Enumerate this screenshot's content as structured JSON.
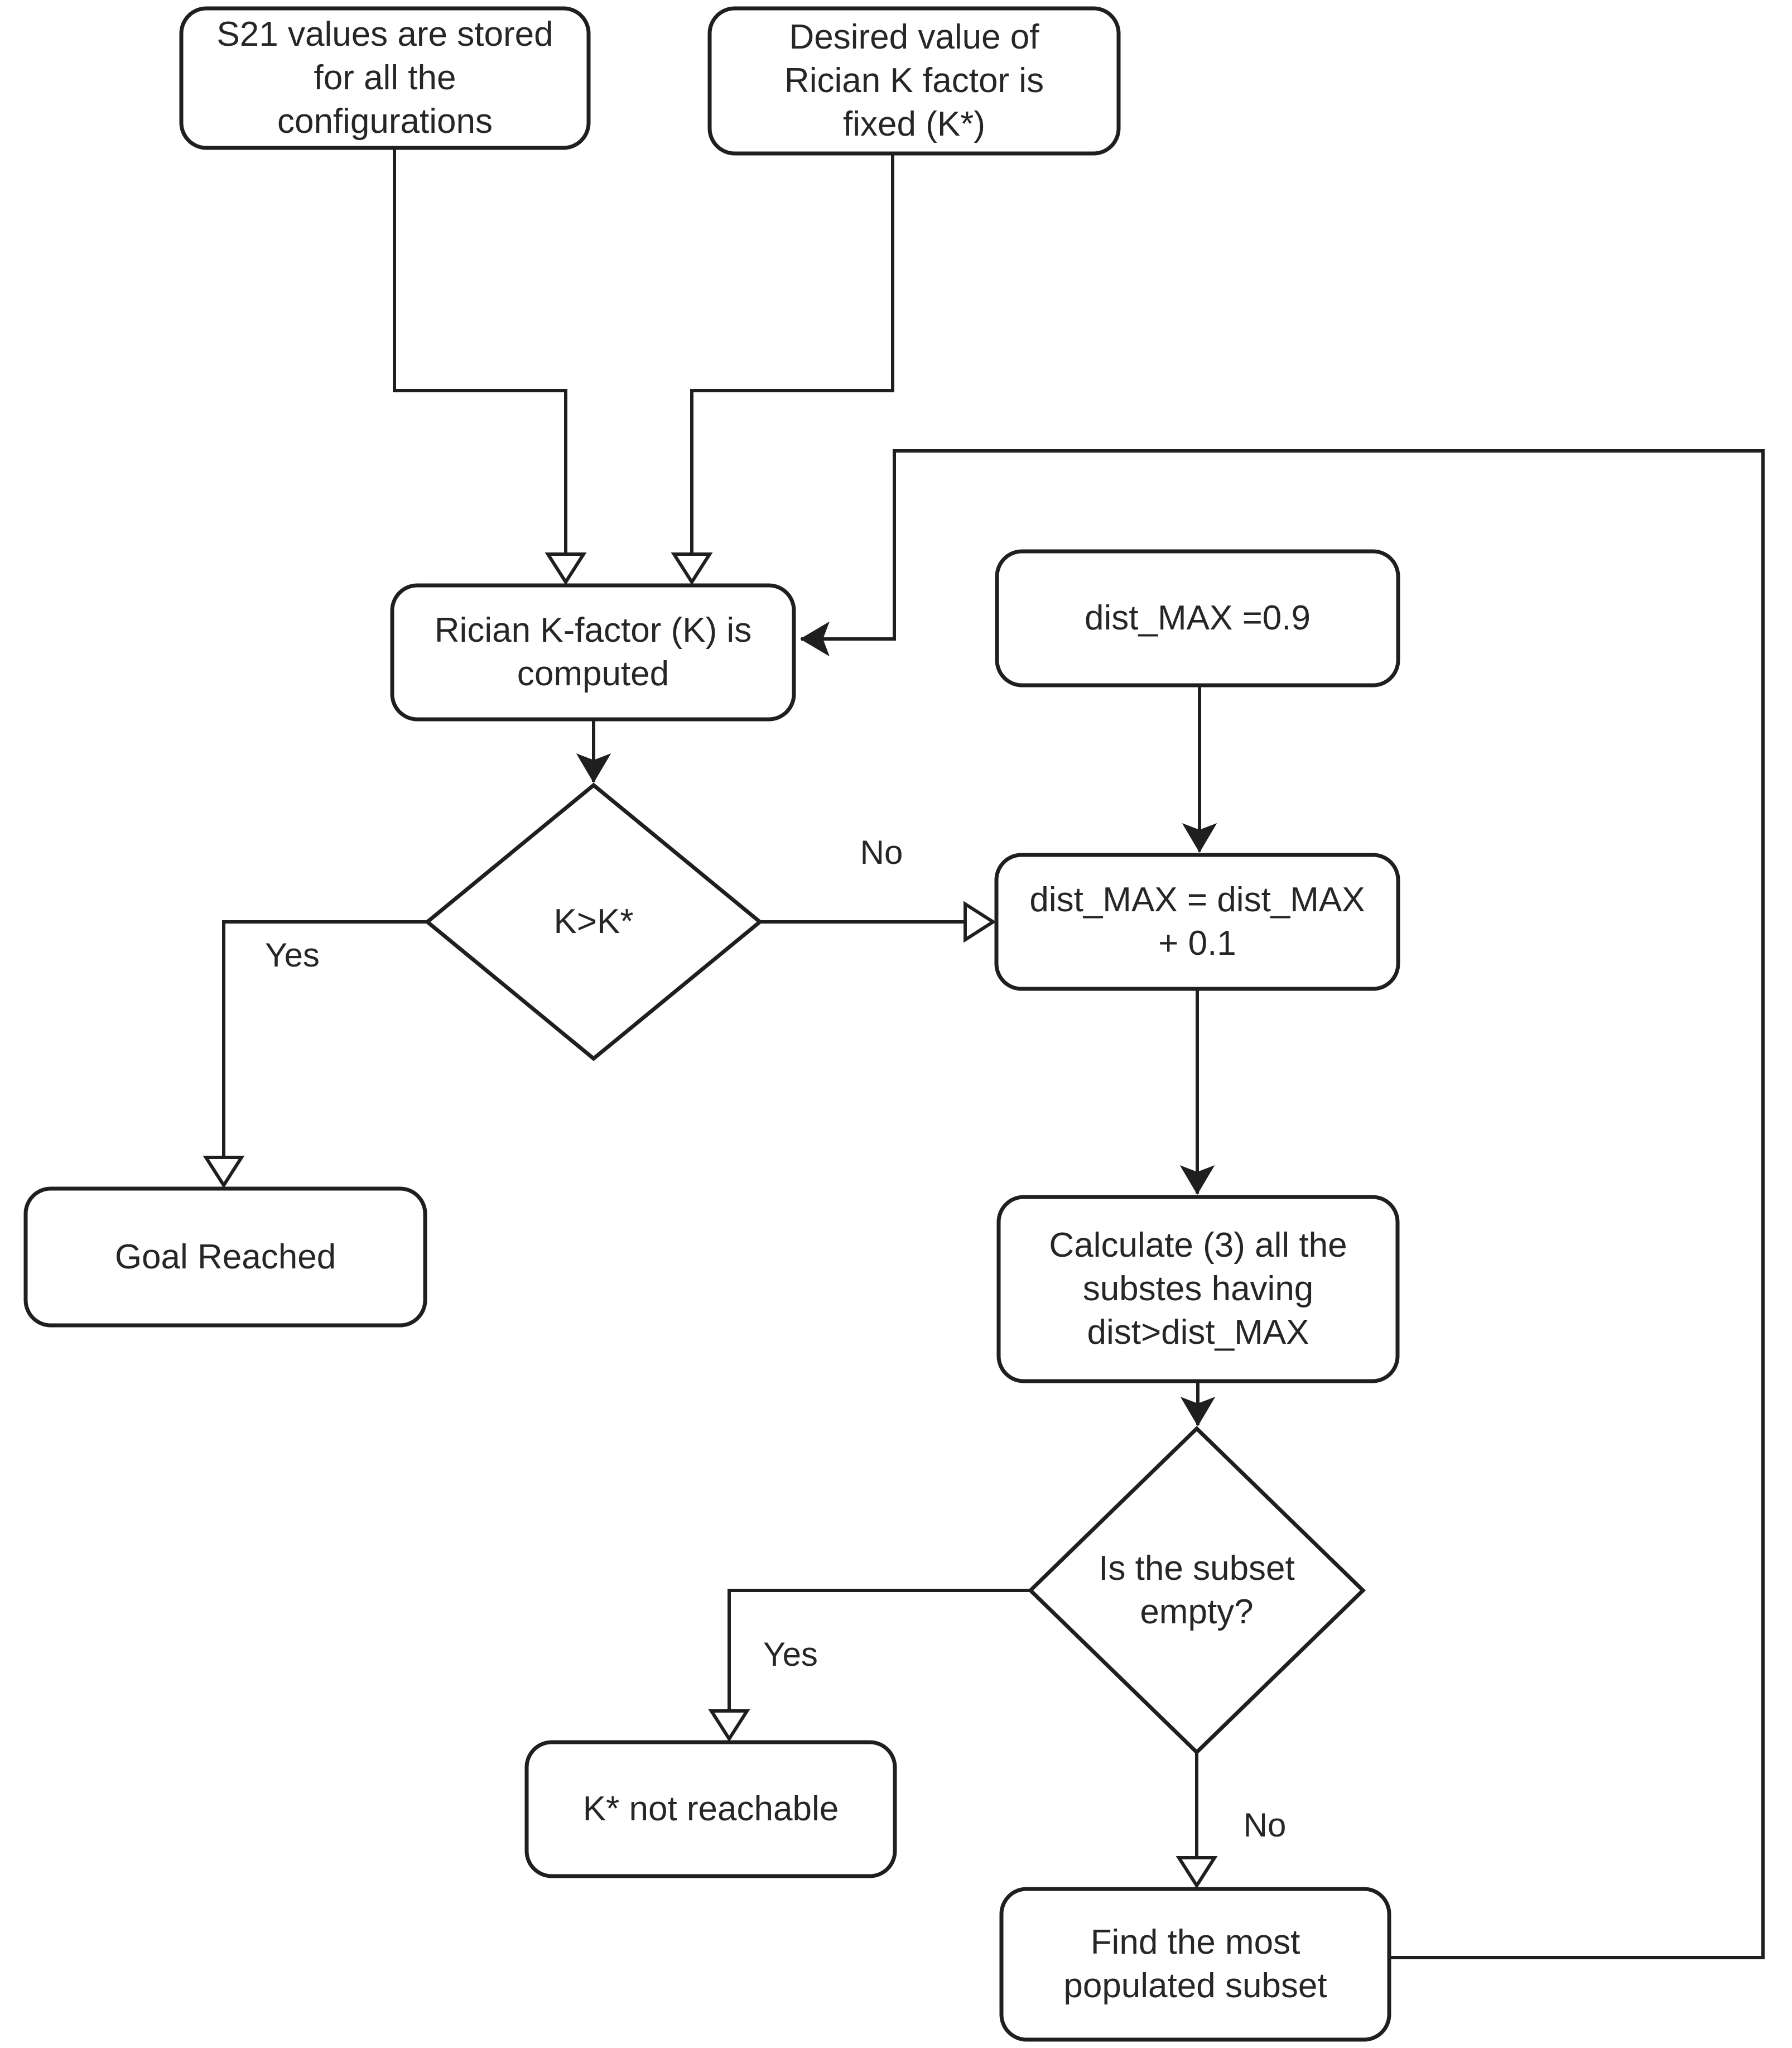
{
  "diagram": {
    "type": "flowchart",
    "background_color": "#ffffff",
    "stroke_color": "#1f1f1f",
    "text_color": "#262626",
    "nodes": {
      "s21_stored": {
        "label": "S21 values are stored\nfor all the\nconfigurations",
        "shape": "rounded-rect"
      },
      "desired_k": {
        "label": "Desired value of\nRician K factor is\nfixed (K*)",
        "shape": "rounded-rect"
      },
      "compute_k": {
        "label": "Rician K-factor (K) is\ncomputed",
        "shape": "rounded-rect"
      },
      "dist_max_init": {
        "label": "dist_MAX =0.9",
        "shape": "rounded-rect"
      },
      "k_gt_kstar": {
        "label": "K>K*",
        "shape": "diamond"
      },
      "dist_max_update": {
        "label": "dist_MAX = dist_MAX\n+ 0.1",
        "shape": "rounded-rect"
      },
      "goal_reached": {
        "label": "Goal Reached",
        "shape": "rounded-rect"
      },
      "calculate_subsets": {
        "label": "Calculate (3) all the\nsubstes having\ndist>dist_MAX",
        "shape": "rounded-rect"
      },
      "subset_empty": {
        "label": "Is the subset\nempty?",
        "shape": "diamond"
      },
      "k_not_reachable": {
        "label": "K* not reachable",
        "shape": "rounded-rect"
      },
      "find_most_populated": {
        "label": "Find the most\npopulated subset",
        "shape": "rounded-rect"
      }
    },
    "edge_labels": {
      "no_k": "No",
      "yes_k": "Yes",
      "yes_empty": "Yes",
      "no_empty": "No"
    }
  }
}
